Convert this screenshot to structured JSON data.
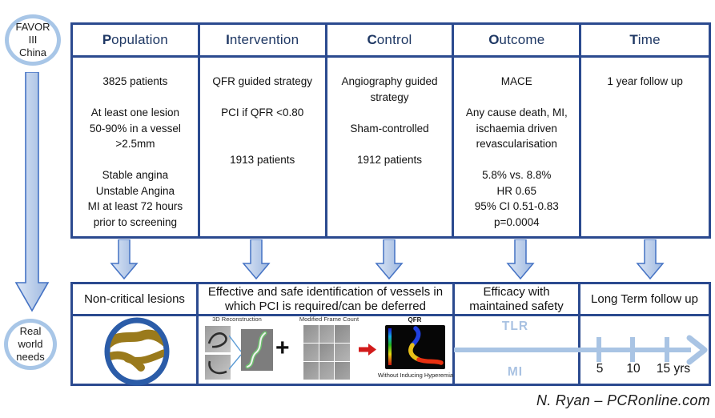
{
  "colors": {
    "border_navy": "#2b4a8f",
    "header_navy": "#1f3864",
    "oval_ring_blue": "#a8c6e7",
    "arrow_fill_light": "#dce6f5",
    "arrow_fill_dark": "#9db8e0",
    "arrow_stroke_blue": "#4472c4",
    "timeline_blue": "#a9c4e4",
    "muted_label_blue": "#a9c2e2",
    "red_arrow": "#d21b1b",
    "logo_gold": "#9a7a1c",
    "logo_ring_blue": "#2b5ca8"
  },
  "left_rail": {
    "trial": [
      "FAVOR",
      "III",
      "China"
    ],
    "needs": [
      "Real",
      "world",
      "needs"
    ]
  },
  "pico": {
    "columns": [
      {
        "first": "P",
        "rest": "opulation",
        "lines": [
          "3825 patients",
          "",
          "At least one lesion",
          "50-90% in a vessel",
          ">2.5mm",
          "",
          "Stable angina",
          "Unstable Angina",
          "MI at least 72 hours",
          "prior to screening"
        ]
      },
      {
        "first": "I",
        "rest": "ntervention",
        "lines": [
          "QFR guided strategy",
          "",
          "PCI if QFR <0.80",
          "",
          "",
          "1913 patients"
        ]
      },
      {
        "first": "C",
        "rest": "ontrol",
        "lines": [
          "Angiography guided",
          "strategy",
          "",
          "Sham-controlled",
          "",
          "1912 patients"
        ]
      },
      {
        "first": "O",
        "rest": "utcome",
        "lines": [
          "MACE",
          "",
          "Any cause death, MI,",
          "ischaemia driven",
          "revascularisation",
          "",
          "5.8% vs. 8.8%",
          "HR 0.65",
          "95% CI 0.51-0.83",
          "p=0.0004"
        ]
      },
      {
        "first": "T",
        "rest": "ime",
        "lines": [
          "1 year follow up"
        ]
      }
    ]
  },
  "bottom": {
    "non_critical": "Non-critical lesions",
    "effective": "Effective and safe identification of vessels in which PCI is required/can be deferred",
    "efficacy": "Efficacy with maintained safety",
    "long_term": "Long Term follow up"
  },
  "imagery": {
    "recon_label": "3D Reconstruction",
    "plus": "+",
    "mfc_label": "Modified Frame Count",
    "qfr_label": "QFR",
    "qfr_caption": "Without Inducing Hyperemia"
  },
  "timeline": {
    "tlr": "TLR",
    "mi": "MI",
    "ticks": [
      "5",
      "10",
      "15 yrs"
    ]
  },
  "credit": "N. Ryan – PCRonline.com"
}
